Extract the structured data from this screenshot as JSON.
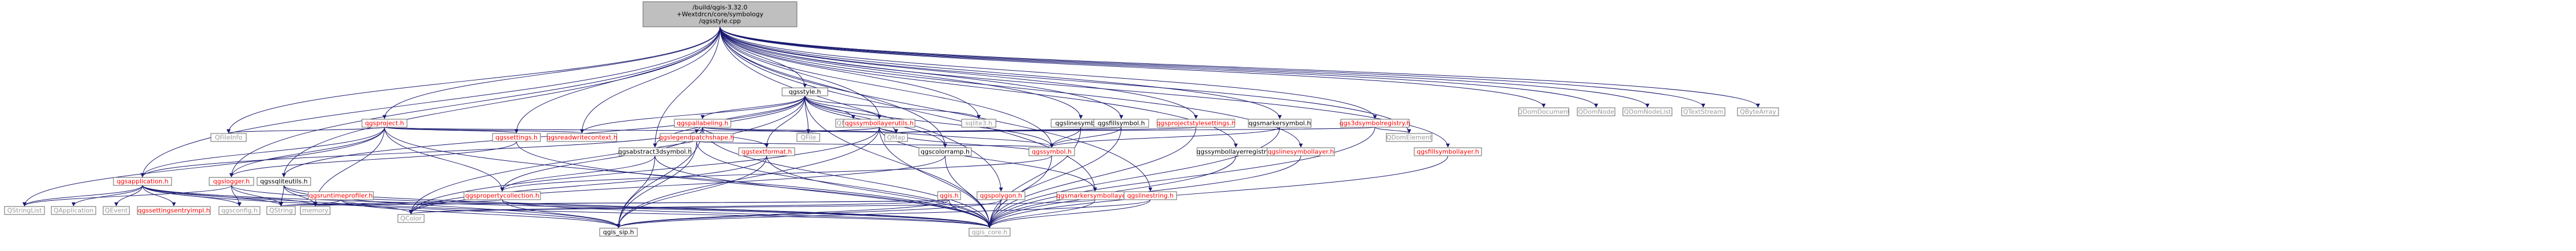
{
  "root": {
    "line1": "/build/qgis-3.32.0",
    "line2": "+Wextdrcn/core/symbology",
    "line3": "/qgsstyle.cpp"
  },
  "colors": {
    "root_fill": "#bfbfbf",
    "node_fill": "#ffffff",
    "edge": "#191970",
    "red_text": "#ff0000",
    "black_text": "#000000",
    "gray_text": "#999999",
    "gray_border": "#bfbfbf"
  },
  "nodes": [
    {
      "id": "root",
      "text": "/build/qgis-3.32.0\n+Wextdrcn/core/symbology\n/qgsstyle.cpp",
      "style": "root"
    },
    {
      "id": "qgsstyle_h",
      "text": "qgsstyle.h",
      "style": "black"
    },
    {
      "id": "QDomDocument",
      "text": "QDomDocument",
      "style": "gray"
    },
    {
      "id": "QDomNode",
      "text": "QDomNode",
      "style": "gray"
    },
    {
      "id": "QDomNodeList",
      "text": "QDomNodeList",
      "style": "gray"
    },
    {
      "id": "QTextStream",
      "text": "QTextStream",
      "style": "gray"
    },
    {
      "id": "QByteArray",
      "text": "QByteArray",
      "style": "gray"
    },
    {
      "id": "qgsproject_h",
      "text": "qgsproject.h",
      "style": "red"
    },
    {
      "id": "qgspallabeling_h",
      "text": "qgspallabeling.h",
      "style": "red"
    },
    {
      "id": "QMultiMap",
      "text": "QMultiMap",
      "style": "gray"
    },
    {
      "id": "qgssymbollayerutils_h",
      "text": "qgssymbollayerutils.h",
      "style": "red"
    },
    {
      "id": "sqlite3_h",
      "text": "sqlite3.h",
      "style": "gray"
    },
    {
      "id": "qgslinesymbol_h",
      "text": "qgslinesymbol.h",
      "style": "black"
    },
    {
      "id": "qgsfillsymbol_h",
      "text": "qgsfillsymbol.h",
      "style": "black"
    },
    {
      "id": "qgsprojectstylesettings_h",
      "text": "qgsprojectstylesettings.h",
      "style": "red"
    },
    {
      "id": "qgsmarkersymbol_h",
      "text": "qgsmarkersymbol.h",
      "style": "black"
    },
    {
      "id": "qgs3dsymbolregistry_h",
      "text": "qgs3dsymbolregistry.h",
      "style": "red"
    },
    {
      "id": "QDomElement",
      "text": "QDomElement",
      "style": "gray"
    },
    {
      "id": "qgsfillsymbollayer_h",
      "text": "qgsfillsymbollayer.h",
      "style": "red"
    },
    {
      "id": "QFileInfo",
      "text": "QFileInfo",
      "style": "gray"
    },
    {
      "id": "qgssettings_h",
      "text": "qgssettings.h",
      "style": "red"
    },
    {
      "id": "qgsreadwritecontext_h",
      "text": "qgsreadwritecontext.h",
      "style": "red"
    },
    {
      "id": "qgsabstract3dsymbol_h",
      "text": "qgsabstract3dsymbol.h",
      "style": "black"
    },
    {
      "id": "qgslegendpatchshape_h",
      "text": "qgslegendpatchshape.h",
      "style": "red"
    },
    {
      "id": "qgstextformat_h",
      "text": "qgstextformat.h",
      "style": "red"
    },
    {
      "id": "QFile",
      "text": "QFile",
      "style": "gray"
    },
    {
      "id": "QMap",
      "text": "QMap",
      "style": "gray"
    },
    {
      "id": "qgscolorramp_h",
      "text": "qgscolorramp.h",
      "style": "black"
    },
    {
      "id": "qgssymbol_h",
      "text": "qgssymbol.h",
      "style": "red"
    },
    {
      "id": "qgssymbollayerregistry_h",
      "text": "qgssymbollayerregistry.h",
      "style": "black"
    },
    {
      "id": "qgslinesymbollayer_h",
      "text": "qgslinesymbollayer.h",
      "style": "red"
    },
    {
      "id": "qgsapplication_h",
      "text": "qgsapplication.h",
      "style": "red"
    },
    {
      "id": "qgslogger_h",
      "text": "qgslogger.h",
      "style": "red"
    },
    {
      "id": "qgssqliteutils_h",
      "text": "qgssqliteutils.h",
      "style": "black"
    },
    {
      "id": "qgsruntimeprofiler_h",
      "text": "qgsruntimeprofiler.h",
      "style": "red"
    },
    {
      "id": "qgspropertycollection_h",
      "text": "qgspropertycollection.h",
      "style": "red"
    },
    {
      "id": "qgs_h",
      "text": "qgis.h",
      "style": "red"
    },
    {
      "id": "qgspolygon_h",
      "text": "qgspolygon.h",
      "style": "red"
    },
    {
      "id": "qgsmarkersymbollayer_h",
      "text": "qgsmarkersymbollayer.h",
      "style": "red"
    },
    {
      "id": "qgslinestring_h",
      "text": "qgslinestring.h",
      "style": "red"
    },
    {
      "id": "QStringList",
      "text": "QStringList",
      "style": "gray"
    },
    {
      "id": "QApplication",
      "text": "QApplication",
      "style": "gray"
    },
    {
      "id": "QEvent",
      "text": "QEvent",
      "style": "gray"
    },
    {
      "id": "qgssettingsentryimpl_h",
      "text": "qgssettingsentryimpl.h",
      "style": "red"
    },
    {
      "id": "qgsconfig_h",
      "text": "qgsconfig.h",
      "style": "gray"
    },
    {
      "id": "QString",
      "text": "QString",
      "style": "gray"
    },
    {
      "id": "memory",
      "text": "memory",
      "style": "gray"
    },
    {
      "id": "QColor",
      "text": "QColor",
      "style": "gray"
    },
    {
      "id": "qgis_sip_h",
      "text": "qgis_sip.h",
      "style": "black"
    },
    {
      "id": "qgis_core_h",
      "text": "qgis_core.h",
      "style": "gray"
    }
  ],
  "edges": [
    [
      "root",
      "qgsstyle_h"
    ],
    [
      "root",
      "QDomDocument"
    ],
    [
      "root",
      "QDomNode"
    ],
    [
      "root",
      "QDomNodeList"
    ],
    [
      "root",
      "QTextStream"
    ],
    [
      "root",
      "QByteArray"
    ],
    [
      "root",
      "qgsproject_h"
    ],
    [
      "root",
      "qgssymbollayerutils_h"
    ],
    [
      "root",
      "qgsapplication_h"
    ],
    [
      "root",
      "qgssqliteutils_h"
    ],
    [
      "root",
      "qgslinesymbol_h"
    ],
    [
      "root",
      "qgsfillsymbol_h"
    ],
    [
      "root",
      "qgsprojectstylesettings_h"
    ],
    [
      "root",
      "qgsmarkersymbol_h"
    ],
    [
      "root",
      "qgs3dsymbolregistry_h"
    ],
    [
      "root",
      "qgsfillsymbollayer_h"
    ],
    [
      "root",
      "qgslinesymbollayer_h"
    ],
    [
      "root",
      "qgsmarkersymbollayer_h"
    ],
    [
      "root",
      "qgssymbollayerregistry_h"
    ],
    [
      "root",
      "qgsabstract3dsymbol_h"
    ],
    [
      "root",
      "qgssettings_h"
    ],
    [
      "root",
      "qgsreadwritecontext_h"
    ],
    [
      "root",
      "qgscolorramp_h"
    ],
    [
      "root",
      "qgssymbol_h"
    ],
    [
      "root",
      "qgslinestring_h"
    ],
    [
      "root",
      "qgspolygon_h"
    ],
    [
      "root",
      "QFileInfo"
    ],
    [
      "root",
      "QDomElement"
    ],
    [
      "root",
      "sqlite3_h"
    ],
    [
      "root",
      "qgslogger_h"
    ],
    [
      "qgsstyle_h",
      "qgis_core_h"
    ],
    [
      "qgsstyle_h",
      "qgis_h"
    ],
    [
      "qgsstyle_h",
      "qgssymbollayerutils_h"
    ],
    [
      "qgsstyle_h",
      "QMultiMap"
    ],
    [
      "qgsstyle_h",
      "qgspallabeling_h"
    ],
    [
      "qgsstyle_h",
      "sqlite3_h"
    ],
    [
      "qgsstyle_h",
      "qgsreadwritecontext_h"
    ],
    [
      "qgsstyle_h",
      "qgssqliteutils_h"
    ],
    [
      "qgsstyle_h",
      "qgstextformat_h"
    ],
    [
      "qgsstyle_h",
      "qgslegendpatchshape_h"
    ],
    [
      "qgsstyle_h",
      "qgsabstract3dsymbol_h"
    ],
    [
      "qgsstyle_h",
      "QMap"
    ],
    [
      "qgsstyle_h",
      "QFile"
    ],
    [
      "qgsstyle_h",
      "qgscolorramp_h"
    ],
    [
      "qgsstyle_h",
      "qgssymbol_h"
    ],
    [
      "qgsstyle_h",
      "QColor"
    ],
    [
      "qgsproject_h",
      "QFileInfo"
    ],
    [
      "qgsproject_h",
      "qgssettings_h"
    ],
    [
      "qgsproject_h",
      "qgsreadwritecontext_h"
    ],
    [
      "qgsproject_h",
      "qgslogger_h"
    ],
    [
      "qgsproject_h",
      "qgspropertycollection_h"
    ],
    [
      "qgsproject_h",
      "qgis_core_h"
    ],
    [
      "qgsproject_h",
      "QStringList"
    ],
    [
      "qgsproject_h",
      "memory"
    ],
    [
      "qgsproject_h",
      "qgsapplication_h"
    ],
    [
      "qgsproject_h",
      "QMap"
    ],
    [
      "qgspallabeling_h",
      "qgspropertycollection_h"
    ],
    [
      "qgspallabeling_h",
      "qgis_core_h"
    ],
    [
      "qgspallabeling_h",
      "qgis_sip_h"
    ],
    [
      "qgspallabeling_h",
      "QFile"
    ],
    [
      "qgspallabeling_h",
      "qgstextformat_h"
    ],
    [
      "qgspallabeling_h",
      "QMap"
    ],
    [
      "qgspallabeling_h",
      "qgsapplication_h"
    ],
    [
      "qgssymbollayerutils_h",
      "QMap"
    ],
    [
      "qgssymbollayerutils_h",
      "qgis_core_h"
    ],
    [
      "qgssymbollayerutils_h",
      "qgis_sip_h"
    ],
    [
      "qgssymbollayerutils_h",
      "qgssymbol_h"
    ],
    [
      "qgssymbollayerutils_h",
      "qgis_h"
    ],
    [
      "qgssymbollayerutils_h",
      "QFile"
    ],
    [
      "qgssymbollayerutils_h",
      "qgsmarkersymbollayer_h"
    ],
    [
      "qgssymbollayerutils_h",
      "QColor"
    ],
    [
      "qgslinesymbol_h",
      "qgis_core_h"
    ],
    [
      "qgslinesymbol_h",
      "qgssymbol_h"
    ],
    [
      "qgslinesymbol_h",
      "qgis_h"
    ],
    [
      "qgsfillsymbol_h",
      "qgis_core_h"
    ],
    [
      "qgsfillsymbol_h",
      "qgssymbol_h"
    ],
    [
      "qgsfillsymbol_h",
      "qgis_h"
    ],
    [
      "qgsfillsymbol_h",
      "QMap"
    ],
    [
      "qgsprojectstylesettings_h",
      "qgis_core_h"
    ],
    [
      "qgsprojectstylesettings_h",
      "qgis_h"
    ],
    [
      "qgsprojectstylesettings_h",
      "QMap"
    ],
    [
      "qgsmarkersymbol_h",
      "qgis_core_h"
    ],
    [
      "qgsmarkersymbol_h",
      "qgssymbol_h"
    ],
    [
      "qgs3dsymbolregistry_h",
      "qgis_core_h"
    ],
    [
      "qgs3dsymbolregistry_h",
      "qgis_h"
    ],
    [
      "qgs3dsymbolregistry_h",
      "QDomElement"
    ],
    [
      "qgs3dsymbolregistry_h",
      "QMap"
    ],
    [
      "qgsfillsymbollayer_h",
      "qgis_core_h"
    ],
    [
      "qgsfillsymbollayer_h",
      "qgis_h"
    ],
    [
      "qgssettings_h",
      "qgis_core_h"
    ],
    [
      "qgssettings_h",
      "qgis_h"
    ],
    [
      "qgssettings_h",
      "qgslogger_h"
    ],
    [
      "qgsreadwritecontext_h",
      "qgis_h"
    ],
    [
      "qgsabstract3dsymbol_h",
      "qgis_core_h"
    ],
    [
      "qgsabstract3dsymbol_h",
      "qgis_sip_h"
    ],
    [
      "qgsabstract3dsymbol_h",
      "qgspropertycollection_h"
    ],
    [
      "qgslegendpatchshape_h",
      "qgis_core_h"
    ],
    [
      "qgslegendpatchshape_h",
      "qgis_sip_h"
    ],
    [
      "qgslegendpatchshape_h",
      "qgssymbol_h"
    ],
    [
      "qgstextformat_h",
      "qgis_core_h"
    ],
    [
      "qgstextformat_h",
      "qgis_sip_h"
    ],
    [
      "qgstextformat_h",
      "qgis_h"
    ],
    [
      "qgstextformat_h",
      "QColor"
    ],
    [
      "qgscolorramp_h",
      "qgis_core_h"
    ],
    [
      "qgscolorramp_h",
      "qgis_h"
    ],
    [
      "qgscolorramp_h",
      "QColor"
    ],
    [
      "qgssymbol_h",
      "qgis_core_h"
    ],
    [
      "qgssymbol_h",
      "qgis_h"
    ],
    [
      "qgssymbol_h",
      "qgspropertycollection_h"
    ],
    [
      "qgssymbol_h",
      "QMap"
    ],
    [
      "qgssymbollayerregistry_h",
      "qgis_core_h"
    ],
    [
      "qgssymbollayerregistry_h",
      "qgis_h"
    ],
    [
      "qgslinesymbollayer_h",
      "qgis_core_h"
    ],
    [
      "qgslinesymbollayer_h",
      "qgis_h"
    ],
    [
      "qgsapplication_h",
      "QStringList"
    ],
    [
      "qgsapplication_h",
      "QApplication"
    ],
    [
      "qgsapplication_h",
      "QEvent"
    ],
    [
      "qgsapplication_h",
      "qgssettingsentryimpl_h"
    ],
    [
      "qgsapplication_h",
      "qgsconfig_h"
    ],
    [
      "qgsapplication_h",
      "QString"
    ],
    [
      "qgsapplication_h",
      "memory"
    ],
    [
      "qgsapplication_h",
      "QColor"
    ],
    [
      "qgsapplication_h",
      "qgis_sip_h"
    ],
    [
      "qgsapplication_h",
      "qgis_core_h"
    ],
    [
      "qgsapplication_h",
      "qgis_h"
    ],
    [
      "qgslogger_h",
      "qgsconfig_h"
    ],
    [
      "qgslogger_h",
      "QString"
    ],
    [
      "qgslogger_h",
      "qgis_core_h"
    ],
    [
      "qgslogger_h",
      "QStringList"
    ],
    [
      "qgssqliteutils_h",
      "qgis_core_h"
    ],
    [
      "qgssqliteutils_h",
      "qgis_sip_h"
    ],
    [
      "qgssqliteutils_h",
      "memory"
    ],
    [
      "qgssqliteutils_h",
      "QString"
    ],
    [
      "qgsruntimeprofiler_h",
      "qgis_core_h"
    ],
    [
      "qgsruntimeprofiler_h",
      "qgis_sip_h"
    ],
    [
      "qgsruntimeprofiler_h",
      "memory"
    ],
    [
      "qgspropertycollection_h",
      "qgis_core_h"
    ],
    [
      "qgspropertycollection_h",
      "qgis_sip_h"
    ],
    [
      "qgspropertycollection_h",
      "qgis_h"
    ],
    [
      "qgspropertycollection_h",
      "QString"
    ],
    [
      "qgs_h",
      "qgis_core_h"
    ],
    [
      "qgs_h",
      "qgis_sip_h"
    ],
    [
      "qgs_h",
      "memory"
    ],
    [
      "qgs_h",
      "QString"
    ],
    [
      "qgs_h",
      "QColor"
    ],
    [
      "qgspolygon_h",
      "qgis_core_h"
    ],
    [
      "qgspolygon_h",
      "qgis_sip_h"
    ],
    [
      "qgsmarkersymbollayer_h",
      "qgis_core_h"
    ],
    [
      "qgsmarkersymbollayer_h",
      "qgis_h"
    ],
    [
      "qgsmarkersymbollayer_h",
      "QColor"
    ],
    [
      "qgslinestring_h",
      "qgis_core_h"
    ],
    [
      "qgslinestring_h",
      "qgis_sip_h"
    ]
  ]
}
